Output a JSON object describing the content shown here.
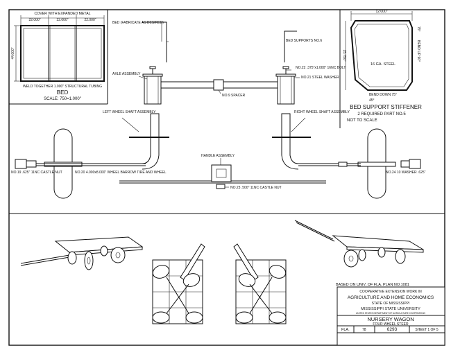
{
  "bed": {
    "cover_note": "COVER WITH EXPANDED METAL",
    "dims": [
      "22.000\"",
      "22.000\"",
      "22.000\""
    ],
    "height": "44.000\"",
    "weld_note": "WELD TOGETHER 1.000\" STRUCTURAL TUBING",
    "title": "BED",
    "scale": "SCALE: 750=1.000\""
  },
  "assembly": {
    "bed_note": "BED (FABRICATE AS DESIRED)",
    "bed_supports": "BED SUPPORTS NO.6",
    "axle": "AXLE ASSEMBLY",
    "bolt": "NO.22 .375\"x1.000\" 16NC BOLT",
    "washer_21": "NO.21 STEEL WASHER",
    "spacer": "NO.9 SPACER",
    "left_shaft": "LEFT WHEEL SHAFT ASSEMBLY",
    "right_shaft": "RIGHT WHEEL SHAFT ASSEMBLY",
    "handle": "HANDLE ASSEMBLY",
    "castle_nut_left": "NO.19 .625\" 11NC CASTLE NUT",
    "wheel": "NO.20 4.000x8.000\" WHEEL BARROW TIRE AND WHEEL",
    "castle_nut_23": "NO.23 .500\" 11NC CASTLE NUT",
    "washer_24": "NO.24 10 WASHER .625\""
  },
  "stiffener": {
    "width": "12.000\"",
    "angle_top": "75°",
    "height": "15.750\"",
    "material": "16 GA. STEEL",
    "bend_up": "BEND UP 90°",
    "bend_down": "BEND DOWN 75°",
    "angle_bottom": "45°",
    "title": "BED SUPPORT STIFFENER",
    "required": "2 REQUIRED PART NO.5",
    "scale": "NOT TO SCALE"
  },
  "title_block": {
    "based_on": "BASED ON UNIV. OF FLA. PLAN NO.1081",
    "line1": "COOPERATIVE EXTENSION WORK IN",
    "line2": "AGRICULTURE AND HOME ECONOMICS",
    "line3": "STATE OF MISSISSIPPI",
    "line4": "MISSISSIPPI STATE UNIVERSITY",
    "line5": "UNITED STATES DEPARTMENT OF AGRICULTURE COOPERATING",
    "drawing_title": "NURSERY WAGON",
    "subtitle": "FOUR WHEEL STEER",
    "fla": "FLA.",
    "fla_no": "78",
    "plan_no": "6293",
    "sheet": "SHEET 1 OF 5"
  }
}
